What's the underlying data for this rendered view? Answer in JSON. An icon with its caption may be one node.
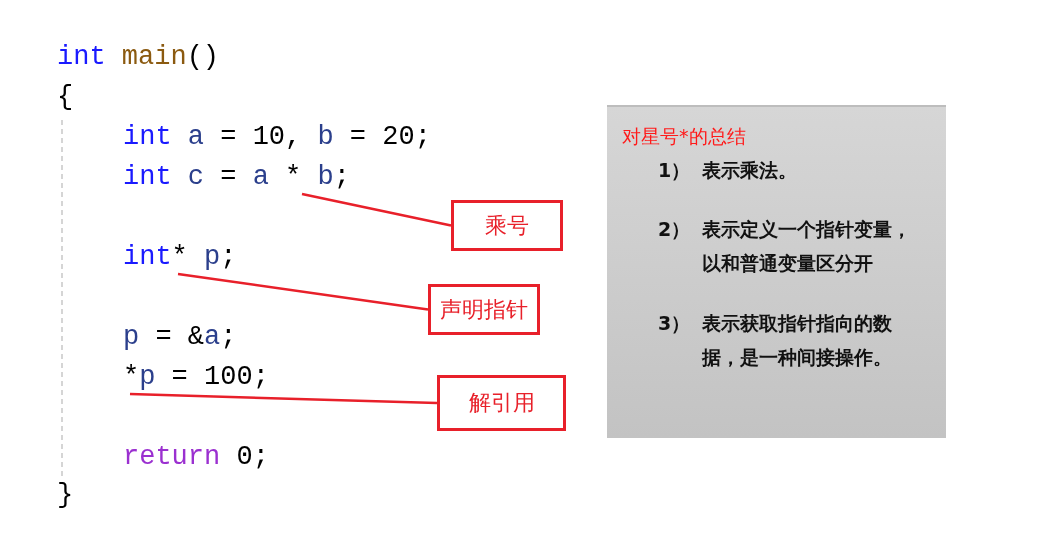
{
  "diagram": {
    "nodes": [
      {
        "text": [
          "对星号*的总结",
          "1）",
          "表示乘法。",
          "2）",
          "表示定义一个指针变量，以和普通变量区分开",
          "3）",
          "表示获取指针指向的数据，是一种间接操作。"
        ]
      },
      {
        "text": [
          "乘号"
        ]
      },
      {
        "text": [
          "声明指针"
        ]
      },
      {
        "text": [
          "解引用"
        ]
      },
      {
        "text": [
          "int c = a * b;"
        ]
      },
      {
        "text": [
          "int* p;"
        ]
      },
      {
        "text": [
          "*p = 100;"
        ]
      }
    ],
    "edges": [
      {
        "from": 1,
        "to": 4,
        "arrow": "none"
      },
      {
        "from": 2,
        "to": 5,
        "arrow": "none"
      },
      {
        "from": 3,
        "to": 6,
        "arrow": "none"
      }
    ],
    "labels": [
      "int main()",
      "{",
      "int a = 10, b = 20;",
      "p = &a;",
      "return 0;",
      "}"
    ]
  }
}
